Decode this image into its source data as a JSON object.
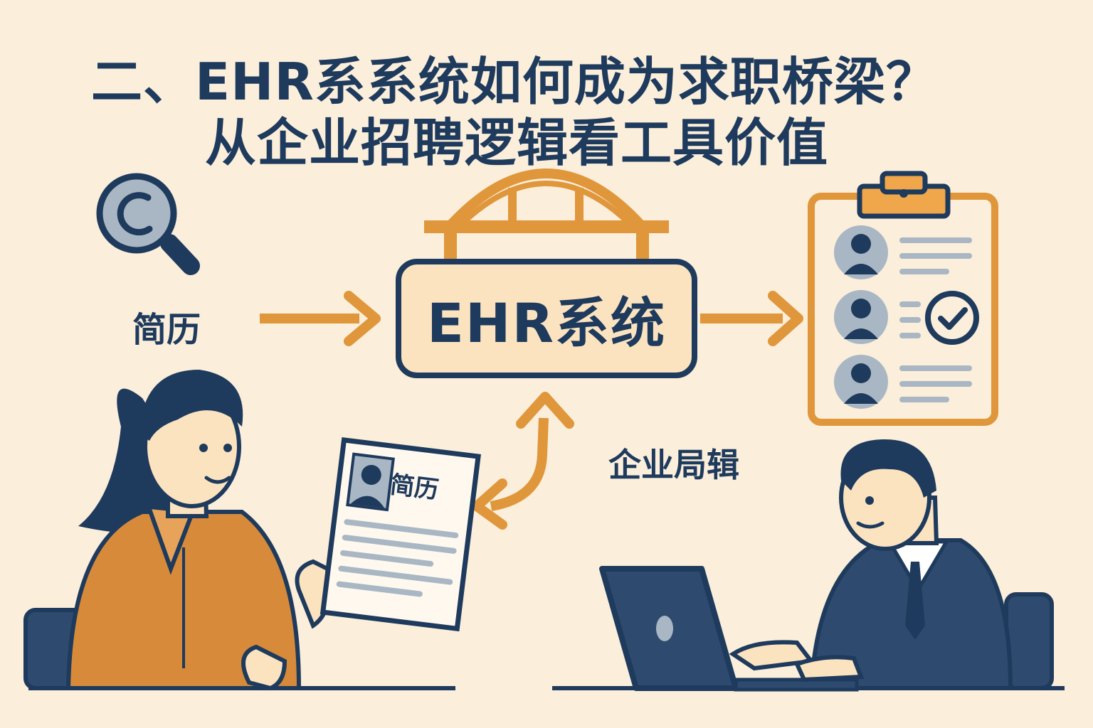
{
  "title": {
    "line1": "二、EHR系系统如何成为求职桥梁？",
    "line2": "从企业招聘逻辑看工具价值"
  },
  "labels": {
    "resume_input": "简历",
    "enterprise_logic": "企业局辑",
    "ehr_system": "EHR系统",
    "document_title": "简历"
  },
  "colors": {
    "background": "#FBEEDB",
    "navy": "#1E3A5C",
    "orange": "#E0963A",
    "light_orange": "#FBE3C0",
    "gray_blue": "#A9B7C4",
    "shirt": "#D68A3A",
    "suit": "#2E4A6E"
  },
  "icons": [
    "magnifier-icon",
    "bridge-icon",
    "clipboard-icon",
    "person-icon",
    "checkmark-icon",
    "laptop-icon"
  ]
}
